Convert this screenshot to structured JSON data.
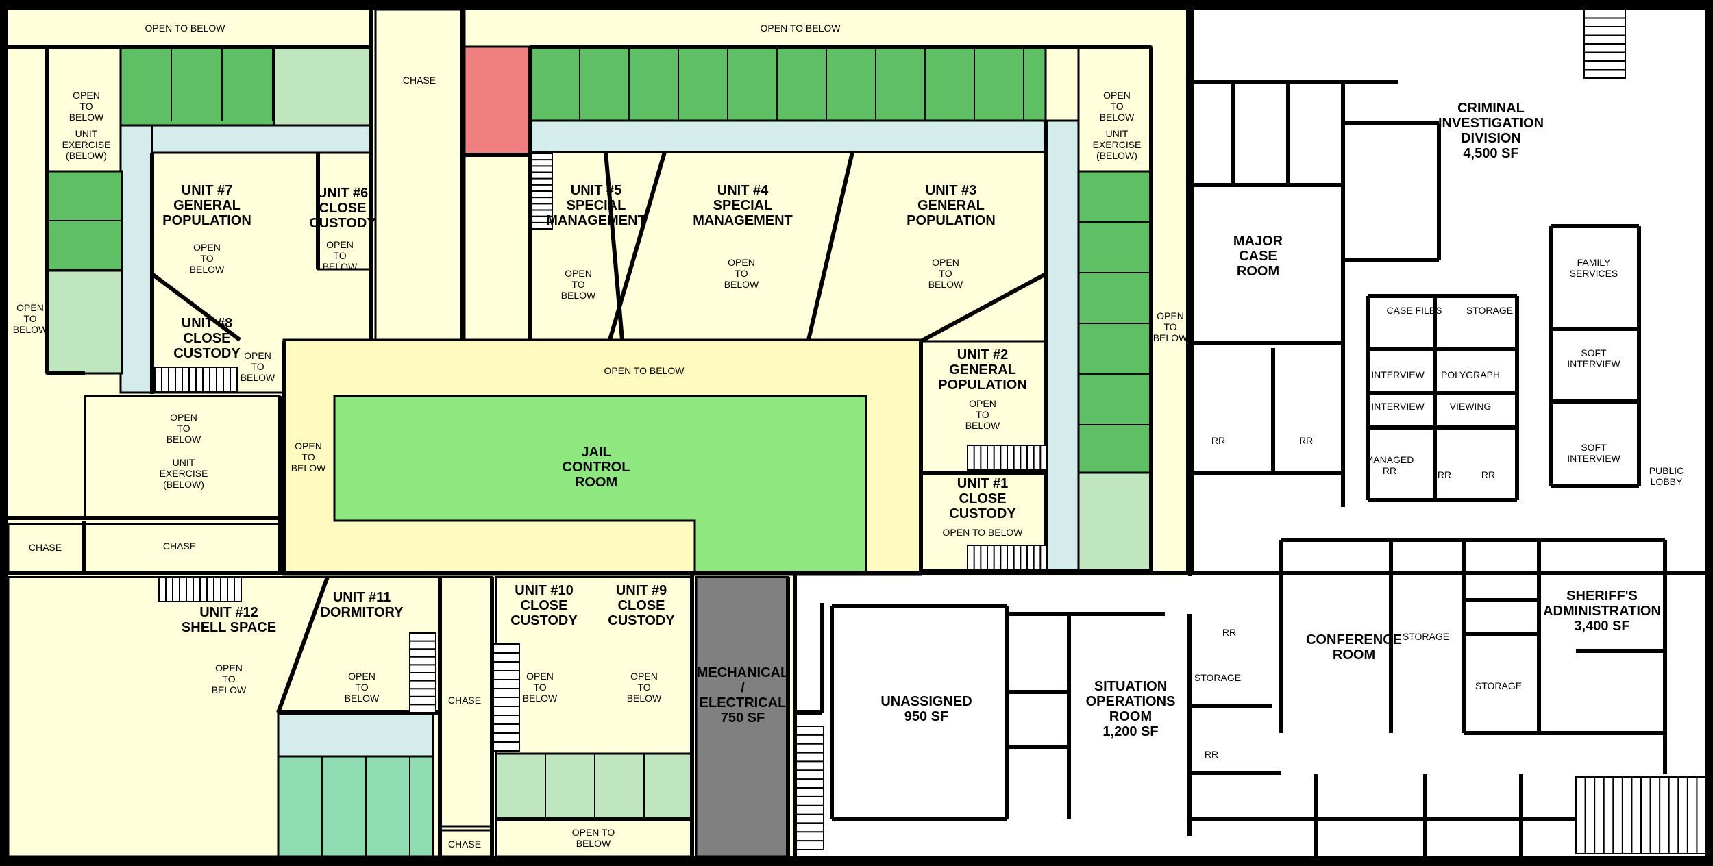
{
  "colors": {
    "jail_fill": "#ffffdc",
    "cell_green": "#5fbf64",
    "restroom_green": "#bfe6bf",
    "corridor_blue": "#d4ecec",
    "control_room": "#8ee87f",
    "mechanical": "#808080",
    "stair_red": "#f08080",
    "office_fill": "#ffffff",
    "dormitory_green": "#8fdcb0"
  },
  "labels": {
    "open_to_below_top_left": "OPEN TO BELOW",
    "open_to_below_top_center": "OPEN TO BELOW",
    "chase_top": "CHASE",
    "open_below_left1": [
      "OPEN",
      "TO",
      "BELOW"
    ],
    "unit_exercise_left1": [
      "UNIT",
      "EXERCISE",
      "(BELOW)"
    ],
    "open_below_right1": [
      "OPEN",
      "TO",
      "BELOW"
    ],
    "unit_exercise_right1": [
      "UNIT",
      "EXERCISE",
      "(BELOW)"
    ],
    "unit7": [
      "UNIT #7",
      "GENERAL",
      "POPULATION"
    ],
    "unit7_open": [
      "OPEN",
      "TO",
      "BELOW"
    ],
    "unit6": [
      "UNIT #6",
      "CLOSE",
      "CUSTODY"
    ],
    "unit6_open": [
      "OPEN",
      "TO",
      "BELOW"
    ],
    "unit5": [
      "UNIT #5",
      "SPECIAL",
      "MANAGEMENT"
    ],
    "unit5_open": [
      "OPEN",
      "TO",
      "BELOW"
    ],
    "unit4": [
      "UNIT #4",
      "SPECIAL",
      "MANAGEMENT"
    ],
    "unit4_open": [
      "OPEN",
      "TO",
      "BELOW"
    ],
    "unit3": [
      "UNIT #3",
      "GENERAL",
      "POPULATION"
    ],
    "unit3_open": [
      "OPEN",
      "TO",
      "BELOW"
    ],
    "open_below_far_left": [
      "OPEN",
      "TO",
      "BELOW"
    ],
    "unit8": [
      "UNIT #8",
      "CLOSE",
      "CUSTODY"
    ],
    "unit8_open": [
      "OPEN",
      "TO",
      "BELOW"
    ],
    "open_below_center": "OPEN TO BELOW",
    "open_below_right_edge": [
      "OPEN",
      "TO",
      "BELOW"
    ],
    "unit2": [
      "UNIT #2",
      "GENERAL",
      "POPULATION"
    ],
    "unit2_open": [
      "OPEN",
      "TO",
      "BELOW"
    ],
    "open_below_left2": [
      "OPEN",
      "TO",
      "BELOW"
    ],
    "unit_exercise_left2": [
      "UNIT",
      "EXERCISE",
      "(BELOW)"
    ],
    "open_below_mid_left": [
      "OPEN",
      "TO",
      "BELOW"
    ],
    "jail_control": [
      "JAIL",
      "CONTROL",
      "ROOM"
    ],
    "unit1": [
      "UNIT #1",
      "CLOSE",
      "CUSTODY"
    ],
    "unit1_open": "OPEN TO BELOW",
    "chase_left1": "CHASE",
    "chase_left2": "CHASE",
    "unit12": [
      "UNIT #12",
      "SHELL SPACE"
    ],
    "unit12_open": [
      "OPEN",
      "TO",
      "BELOW"
    ],
    "unit11": [
      "UNIT #11",
      "DORMITORY"
    ],
    "unit11_open": [
      "OPEN",
      "TO",
      "BELOW"
    ],
    "chase_mid": "CHASE",
    "chase_bottom": "CHASE",
    "unit10": [
      "UNIT #10",
      "CLOSE",
      "CUSTODY"
    ],
    "unit10_open": [
      "OPEN",
      "TO",
      "BELOW"
    ],
    "unit9": [
      "UNIT #9",
      "CLOSE",
      "CUSTODY"
    ],
    "unit9_open": [
      "OPEN",
      "TO",
      "BELOW"
    ],
    "open_below_bottom": [
      "OPEN TO",
      "BELOW"
    ],
    "mechanical": [
      "MECHANICAL",
      "/",
      "ELECTRICAL",
      "750 SF"
    ],
    "unassigned": [
      "UNASSIGNED",
      "950 SF"
    ],
    "situation": [
      "SITUATION",
      "OPERATIONS",
      "ROOM",
      "1,200 SF"
    ],
    "cid": [
      "CRIMINAL",
      "INVESTIGATION",
      "DIVISION",
      "4,500 SF"
    ],
    "major_case": [
      "MAJOR",
      "CASE",
      "ROOM"
    ],
    "family_services": [
      "FAMILY",
      "SERVICES"
    ],
    "case_files": "CASE FILES",
    "storage1": "STORAGE",
    "interview1": "INTERVIEW",
    "polygraph": "POLYGRAPH",
    "soft_interview1": [
      "SOFT",
      "INTERVIEW"
    ],
    "interview2": "INTERVIEW",
    "viewing": "VIEWING",
    "rr1": "RR",
    "rr2": "RR",
    "managed_rr": [
      "MANAGED",
      "RR"
    ],
    "rr3": "RR",
    "rr4": "RR",
    "soft_interview2": [
      "SOFT",
      "INTERVIEW"
    ],
    "public_lobby": [
      "PUBLIC",
      "LOBBY"
    ],
    "rr5": "RR",
    "conference": [
      "CONFERENCE",
      "ROOM"
    ],
    "storage2": "STORAGE",
    "sheriff": [
      "SHERIFF'S",
      "ADMINISTRATION",
      "3,400 SF"
    ],
    "storage3": "STORAGE",
    "storage4": "STORAGE",
    "rr6": "RR"
  }
}
